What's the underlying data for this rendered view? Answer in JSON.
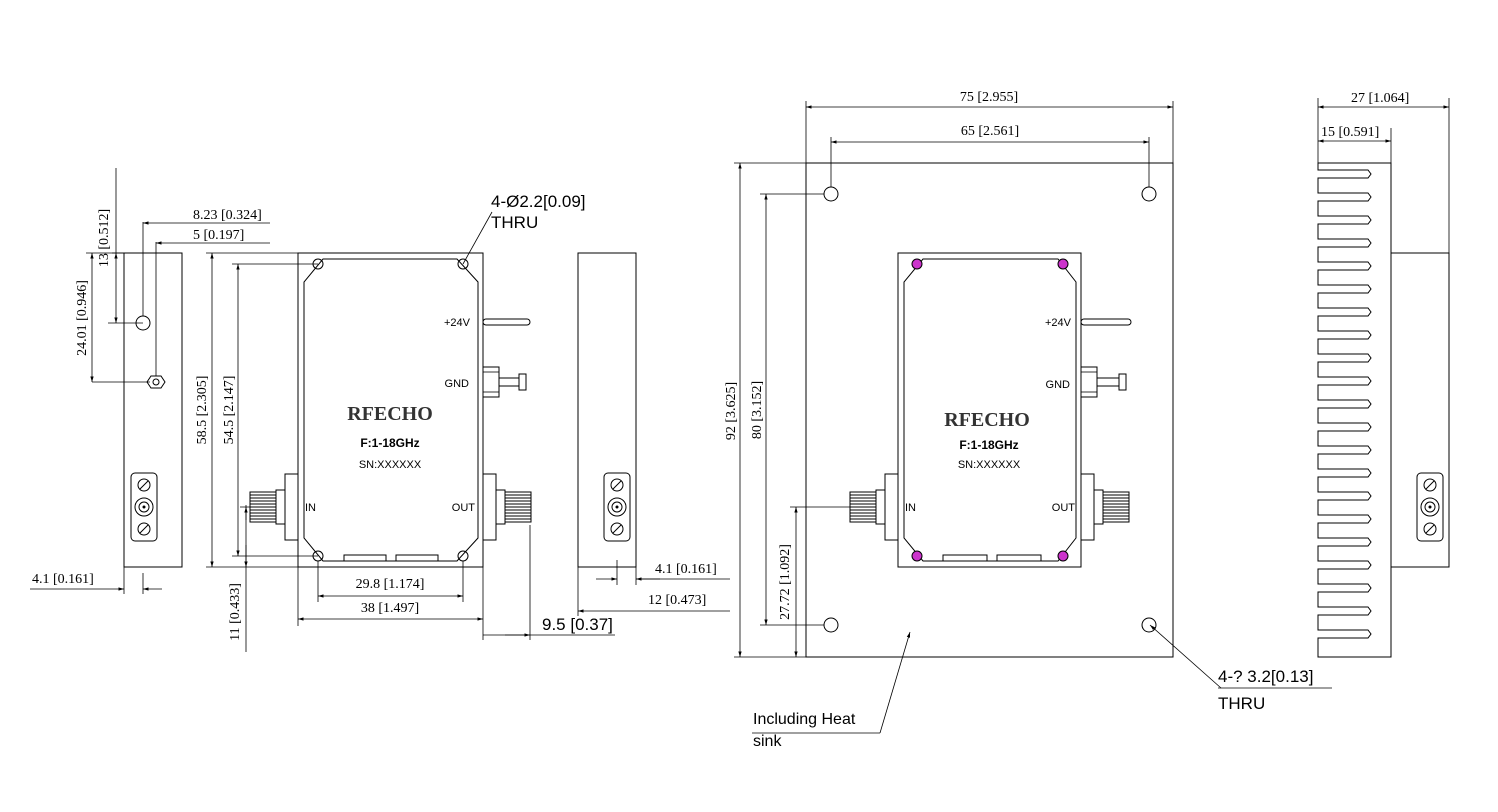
{
  "view1": {
    "dim_13": "13 [0.512]",
    "dim_823": "8.23 [0.324]",
    "dim_5": "5 [0.197]",
    "dim_2401": "24.01 [0.946]",
    "dim_41": "4.1 [0.161]"
  },
  "view2": {
    "hole_note_line1": "4-Ø2.2[0.09]",
    "hole_note_line2": "THRU",
    "dim_585": "58.5 [2.305]",
    "dim_545": "54.5 [2.147]",
    "dim_298": "29.8 [1.174]",
    "dim_38": "38 [1.497]",
    "dim_11": "11 [0.433]",
    "dim_95": "9.5 [0.37]",
    "brand": "RFECHO",
    "freq": "F:1-18GHz",
    "serial": "SN:XXXXXX",
    "port_power": "+24V",
    "port_gnd": "GND",
    "port_in": "IN",
    "port_out": "OUT"
  },
  "view3": {
    "dim_41": "4.1 [0.161]",
    "dim_12": "12 [0.473]"
  },
  "view4": {
    "dim_75": "75 [2.955]",
    "dim_65": "65 [2.561]",
    "dim_92": "92 [3.625]",
    "dim_80": "80 [3.152]",
    "dim_2772": "27.72 [1.092]",
    "brand": "RFECHO",
    "freq": "F:1-18GHz",
    "serial": "SN:XXXXXX",
    "port_power": "+24V",
    "port_gnd": "GND",
    "port_in": "IN",
    "port_out": "OUT",
    "heatsink_note_line1": "Including Heat",
    "heatsink_note_line2": "sink",
    "hole_note_line1": "4-? 3.2[0.13]",
    "hole_note_line2": "THRU"
  },
  "view5": {
    "dim_27": "27 [1.064]",
    "dim_15": "15 [0.591]"
  },
  "colors": {
    "line": "#000000",
    "mount_screw": "#cc33cc"
  }
}
